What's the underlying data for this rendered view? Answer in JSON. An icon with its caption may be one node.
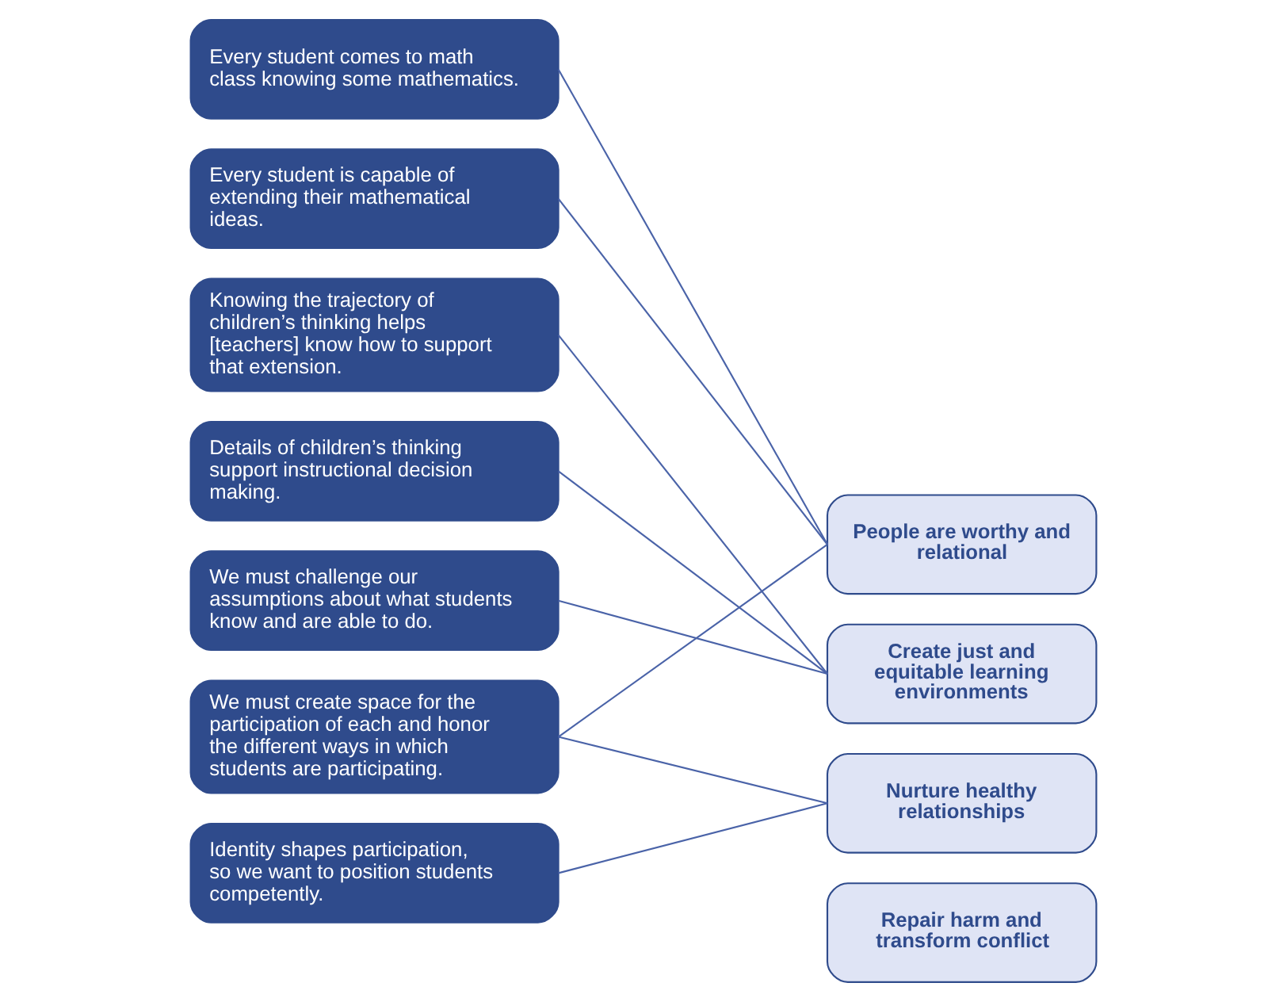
{
  "diagram": {
    "nodes": [
      {
        "text": [
          "Every student comes to math class knowing some mathematics."
        ]
      },
      {
        "text": [
          "Every student is capable of extending their mathematical ideas."
        ]
      },
      {
        "text": [
          "Knowing the trajectory of children’s thinking helps [teachers] know how to support that extension."
        ]
      },
      {
        "text": [
          "Details of children’s thinking support instructional decision making."
        ]
      },
      {
        "text": [
          "We must challenge our assumptions about what students know and are able to do."
        ]
      },
      {
        "text": [
          "We must create space for the participation of each and honor the different ways in which students are participating."
        ]
      },
      {
        "text": [
          "Identity shapes participation, so we want to position students competently."
        ]
      },
      {
        "text": [
          "People are worthy and relational"
        ]
      },
      {
        "text": [
          "Create just and equitable learning environments"
        ]
      },
      {
        "text": [
          "Nurture healthy relationships"
        ]
      },
      {
        "text": [
          "Repair harm and transform conflict"
        ]
      }
    ],
    "edges": [
      {
        "from": 0,
        "to": 7,
        "arrow": "none"
      },
      {
        "from": 1,
        "to": 7,
        "arrow": "none"
      },
      {
        "from": 2,
        "to": 8,
        "arrow": "none"
      },
      {
        "from": 3,
        "to": 8,
        "arrow": "none"
      },
      {
        "from": 4,
        "to": 8,
        "arrow": "none"
      },
      {
        "from": 5,
        "to": 7,
        "arrow": "none"
      },
      {
        "from": 5,
        "to": 9,
        "arrow": "none"
      },
      {
        "from": 6,
        "to": 9,
        "arrow": "none"
      }
    ]
  }
}
